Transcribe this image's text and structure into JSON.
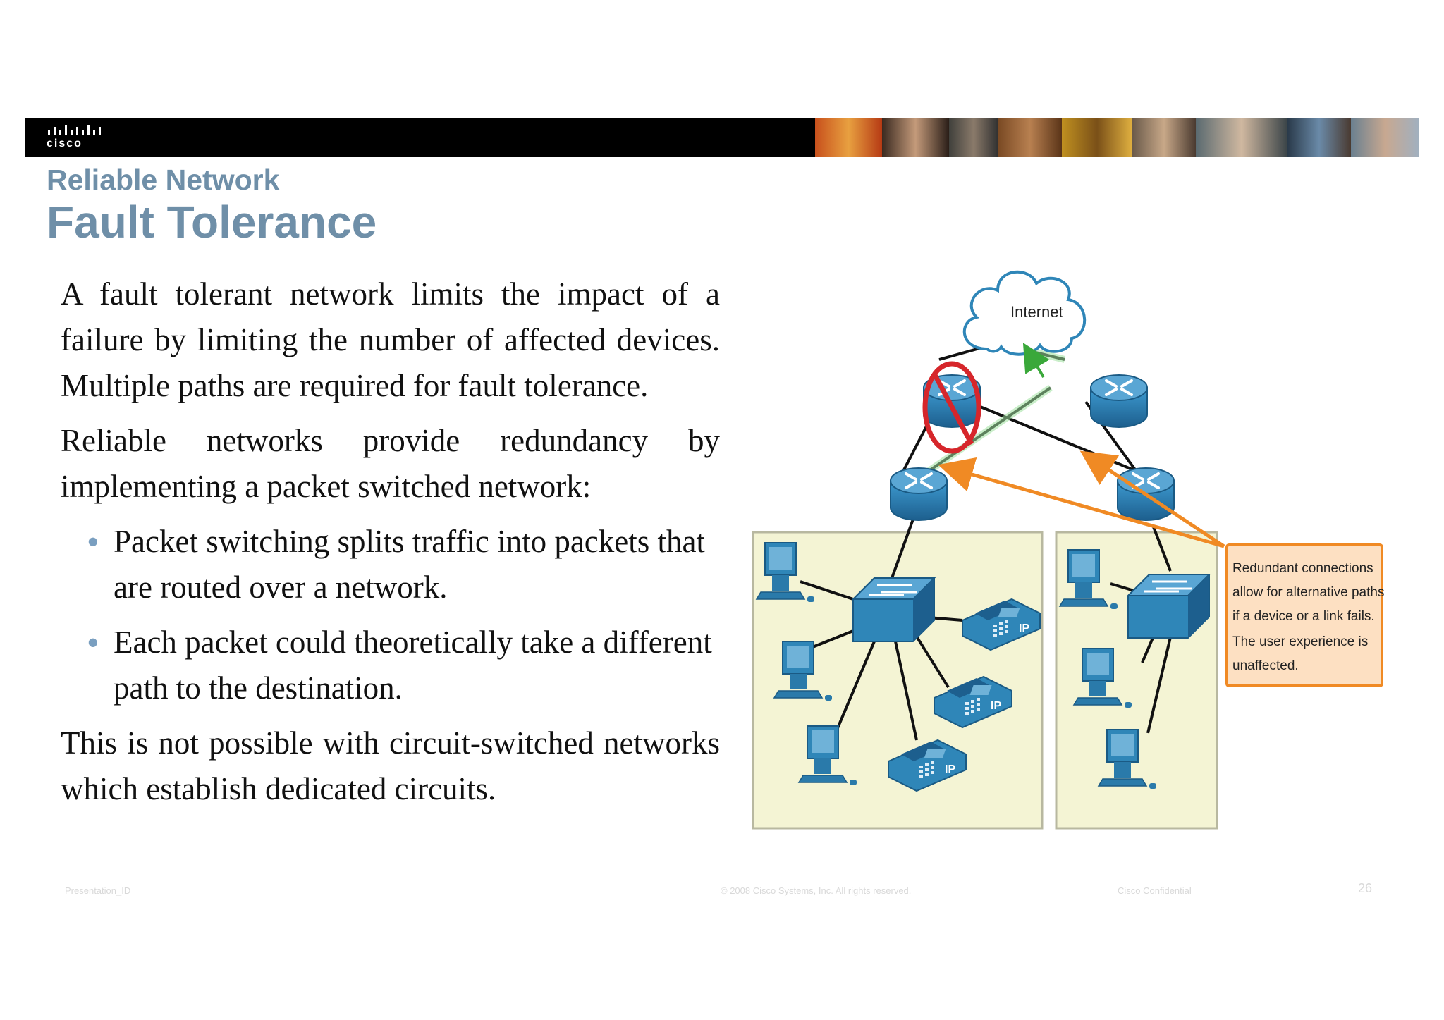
{
  "header": {
    "logo_text": "cisco",
    "subtitle": "Reliable Network",
    "title": "Fault Tolerance"
  },
  "body": {
    "para1": "A fault tolerant network limits the impact of a failure by limiting the number of affected devices. Multiple paths are required for fault tolerance.",
    "para2": "Reliable networks provide redundancy by implementing a packet switched network:",
    "bullets": [
      "Packet switching splits traffic into packets that are routed over a network.",
      "Each packet could theoretically take a different path to the destination."
    ],
    "para3": "This is not possible with circuit-switched networks which establish dedicated circuits."
  },
  "diagram": {
    "cloud_label": "Internet",
    "phone_label": "IP",
    "callout_lines": [
      "Redundant connections",
      "allow for alternative paths",
      "if a device or a link fails.",
      "The user experience is",
      "unaffected."
    ]
  },
  "footer": {
    "presentation_id": "Presentation_ID",
    "copyright": "© 2008 Cisco Systems, Inc. All rights reserved.",
    "confidential": "Cisco Confidential",
    "page_number": "26"
  },
  "colors": {
    "title": "#6f8fa8",
    "callout_border": "#f08a24",
    "callout_fill": "#fde0c2",
    "lan_fill": "#f4f4d4",
    "device_blue": "#2f86b8",
    "failure_red": "#d6262b",
    "path_green": "#3aa83a"
  }
}
